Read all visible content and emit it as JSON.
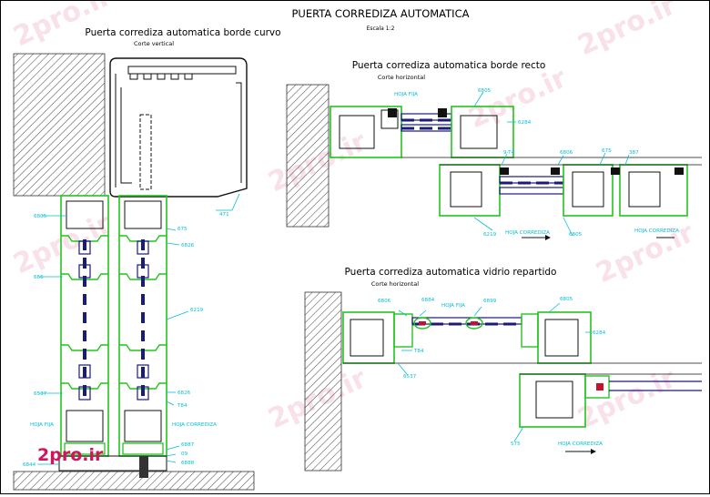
{
  "drawing": {
    "title": "PUERTA CORREDIZA AUTOMATICA",
    "scale": "Escala 1:2",
    "colors": {
      "profile": "#22c41e",
      "lead": "#00bfd8",
      "hatch": "#5a5a5a",
      "glass": "#1b1b7a",
      "brush": "#111111"
    }
  },
  "sections": {
    "curvo": {
      "title": "Puerta corrediza automatica borde curvo",
      "subtitle": "Corte vertical"
    },
    "recto": {
      "title": "Puerta corrediza automatica borde recto",
      "subtitle": "Corte horizontal"
    },
    "repartido": {
      "title": "Puerta corrediza automatica vidrio repartido",
      "subtitle": "Corte horizontal"
    }
  },
  "labels": {
    "curvo": {
      "l6805": "6805",
      "l675": "675",
      "l6826": "6826",
      "l666": "666",
      "l6219": "6219",
      "l6537": "6537",
      "l6826b": "6826",
      "l784": "T84",
      "fija": "HOJA FIJA",
      "corredera": "HOJA CORREDIZA",
      "l6887": "6887",
      "l09": "09",
      "l6888": "6888",
      "l6844": "6844",
      "l471": "471"
    },
    "recto": {
      "fija": "HOJA FIJA",
      "l6805": "6805",
      "l6284": "6284",
      "l9174": "9-T4",
      "l6806": "6806",
      "l675": "675",
      "l387": "387",
      "l6219": "6219",
      "l6805b": "6805",
      "corredera": "HOJA CORREDIZA",
      "corredera2": "HOJA CORREDIZA"
    },
    "repartido": {
      "l6806": "6806",
      "l6884": "6884",
      "fija": "HOJA FIJA",
      "l6899": "6899",
      "l6805": "6805",
      "l6284": "6284",
      "l784": "T84",
      "l6537": "6537",
      "l575": "575",
      "corredera": "HOJA CORREDIZA"
    }
  },
  "watermark": {
    "logo": "2pro.ir"
  }
}
